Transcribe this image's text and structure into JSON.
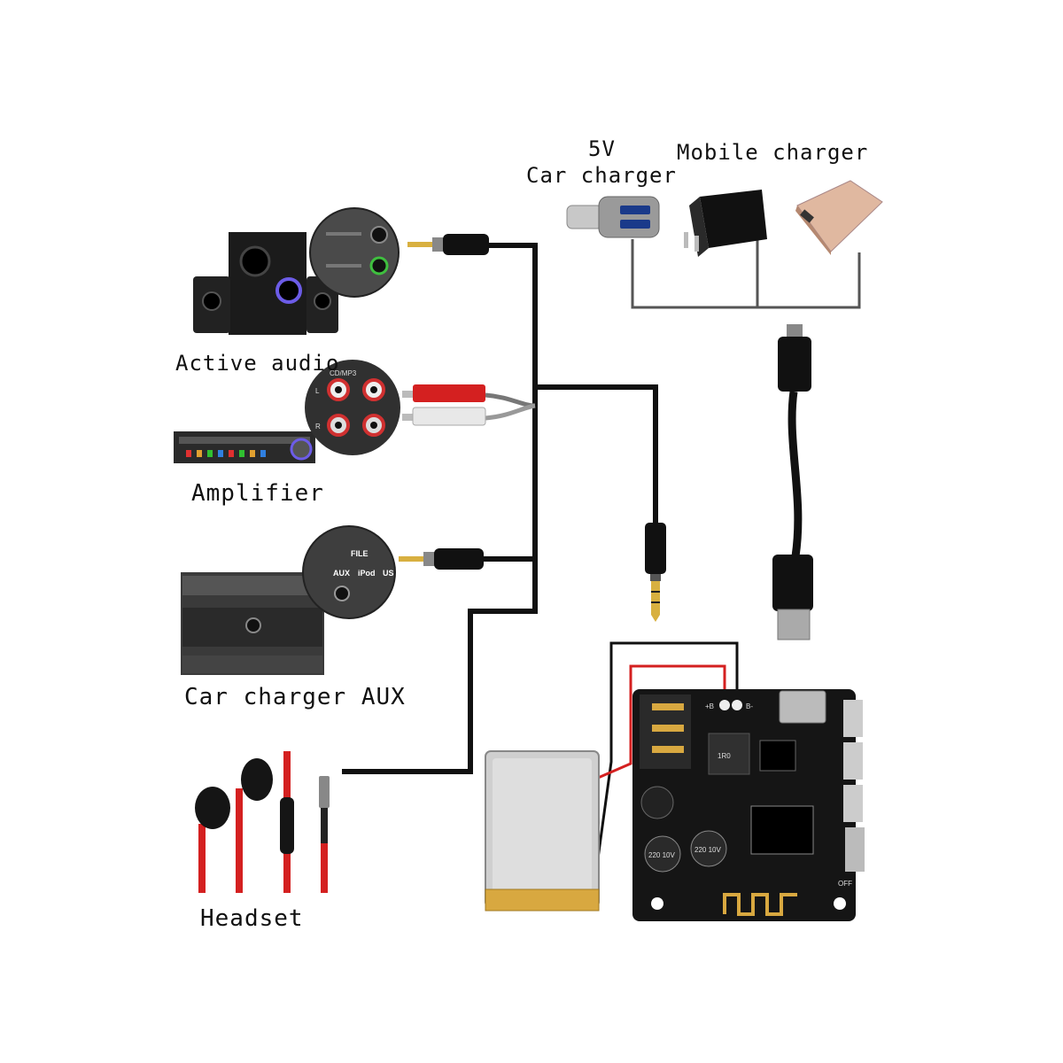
{
  "labels": {
    "car_charger_5v": "5V",
    "car_charger": "Car charger",
    "mobile_charger": "Mobile charger",
    "active_audio": "Active audio",
    "amplifier": "Amplifier",
    "car_charger_aux": "Car charger AUX",
    "headset": "Headset"
  },
  "insets": {
    "rca_top": "CD/MP3",
    "rca_left_l": "L",
    "rca_left_r": "R",
    "aux_file": "FILE",
    "aux_aux": "AUX",
    "aux_ipod": "iPod",
    "aux_us": "US"
  },
  "board": {
    "pad_plus": "+B",
    "pad_minus": "B-",
    "cap_left": "220 10V",
    "cap_right": "220 10V",
    "inductor": "1R0",
    "off_label": "OFF"
  },
  "colors": {
    "cable": "#111111",
    "charger_line": "#555555",
    "rca_red": "#d42020",
    "rca_white": "#e8e8e8",
    "pcb": "#151515",
    "battery": "#c8c8c8",
    "gold": "#d8a840"
  }
}
